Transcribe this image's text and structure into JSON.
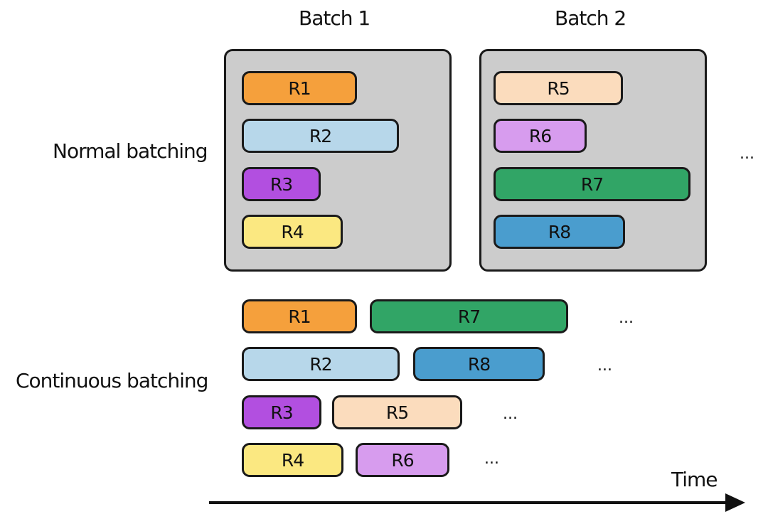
{
  "batches": {
    "batch1_title": "Batch 1",
    "batch2_title": "Batch 2"
  },
  "normal": {
    "label": "Normal batching",
    "batch1": [
      "R1",
      "R2",
      "R3",
      "R4"
    ],
    "batch2": [
      "R5",
      "R6",
      "R7",
      "R8"
    ],
    "ellipsis": "..."
  },
  "continuous": {
    "label": "Continuous batching",
    "rows": [
      {
        "first": "R1",
        "second": "R7",
        "ellipsis": "..."
      },
      {
        "first": "R2",
        "second": "R8",
        "ellipsis": "..."
      },
      {
        "first": "R3",
        "second": "R5",
        "ellipsis": "..."
      },
      {
        "first": "R4",
        "second": "R6",
        "ellipsis": "..."
      }
    ]
  },
  "axis": {
    "label": "Time"
  },
  "colors": {
    "R1": "#f5a03c",
    "R2": "#b7d7ea",
    "R3": "#b24fe0",
    "R4": "#fbe881",
    "R5": "#fbdcbd",
    "R6": "#d79cee",
    "R7": "#31a566",
    "R8": "#4a9dce",
    "batch_box": "#cccccc"
  }
}
